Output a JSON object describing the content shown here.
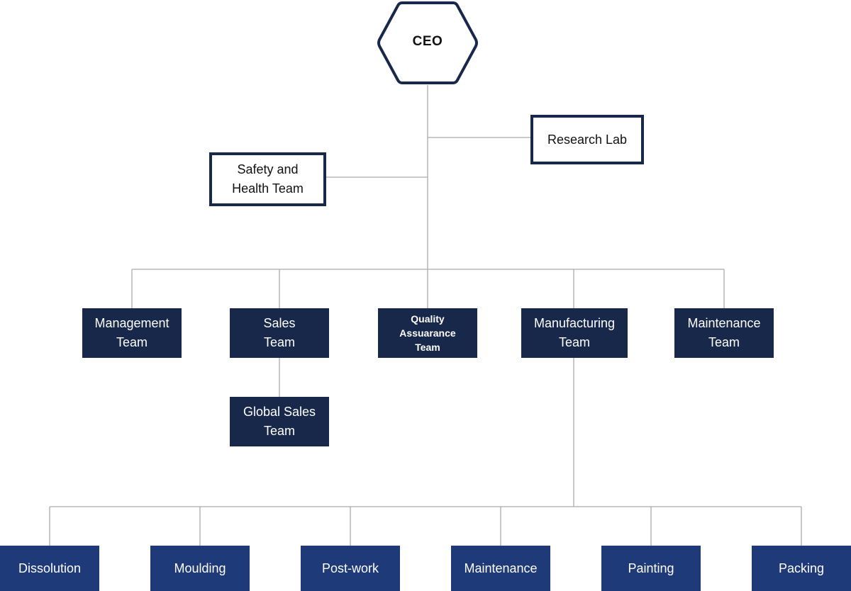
{
  "ceo": "CEO",
  "staff": {
    "research_lab": "Research Lab",
    "safety_health": {
      "line1": "Safety and",
      "line2": "Health Team"
    }
  },
  "teams": {
    "management": {
      "line1": "Management",
      "line2": "Team"
    },
    "sales": {
      "line1": "Sales",
      "line2": "Team"
    },
    "quality": {
      "line1": "Quality",
      "line2": "Assuarance",
      "line3": "Team"
    },
    "manufacturing": {
      "line1": "Manufacturing",
      "line2": "Team"
    },
    "maintenance": {
      "line1": "Maintenance",
      "line2": "Team"
    }
  },
  "sub_teams": {
    "global_sales": {
      "line1": "Global Sales",
      "line2": "Team"
    }
  },
  "units": {
    "dissolution": "Dissolution",
    "moulding": "Moulding",
    "post_work": "Post-work",
    "maintenance": "Maintenance",
    "painting": "Painting",
    "packing": "Packing"
  },
  "colors": {
    "navy": "#17284a",
    "blue": "#1e3a78",
    "line": "#aaaaaa"
  }
}
